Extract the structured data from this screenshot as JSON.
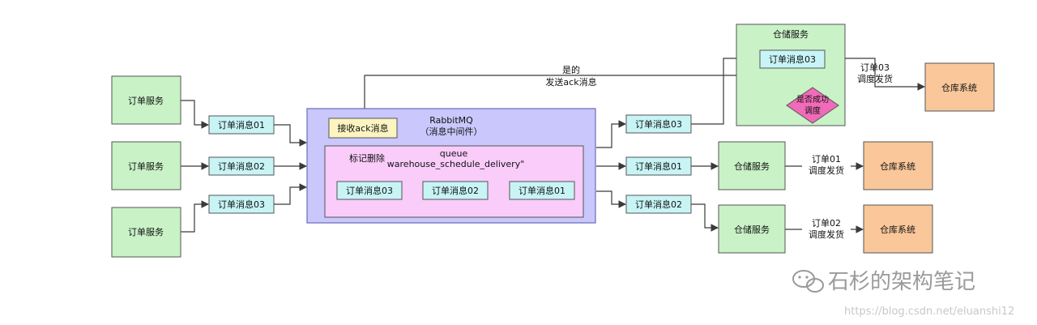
{
  "order_service": "订单服务",
  "msg01": "订单消息01",
  "msg02": "订单消息02",
  "msg03": "订单消息03",
  "rabbitmq_title": "RabbitMQ",
  "rabbitmq_sub": "（消息中间件）",
  "ack_box": "接收ack消息",
  "queue_title": "queue",
  "queue_name": "\"warehouse_schedule_delivery\"",
  "mark_delete": "标记删除",
  "ack_label_1": "是的",
  "ack_label_2": "发送ack消息",
  "storage_service": "仓储服务",
  "warehouse_system": "仓库系统",
  "decision_1": "是否成功",
  "decision_2": "调度",
  "dispatch_03_1": "订单03",
  "dispatch_03_2": "调度发货",
  "dispatch_01_1": "订单01",
  "dispatch_01_2": "调度发货",
  "dispatch_02_1": "订单02",
  "dispatch_02_2": "调度发货",
  "watermark": "石杉的架构笔记",
  "url": "https://blog.csdn.net/eluanshi12"
}
